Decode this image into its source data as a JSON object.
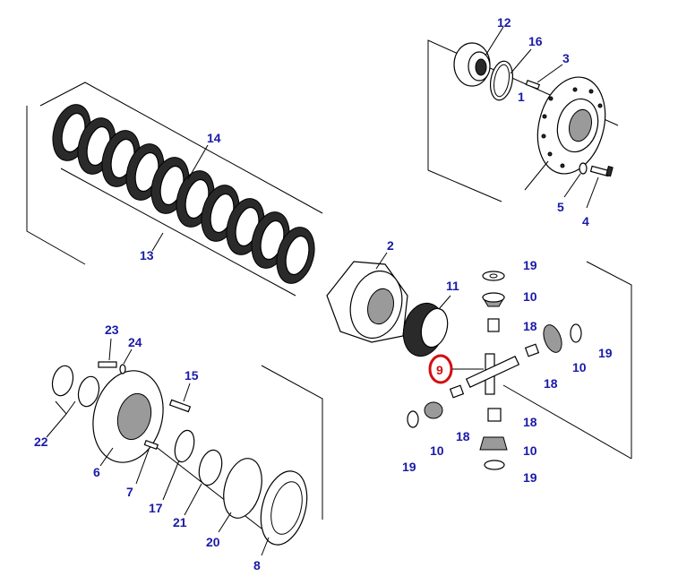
{
  "colors": {
    "label": "#1a1aa8",
    "highlight_ring": "#d01010",
    "line": "#000000",
    "background": "#ffffff"
  },
  "labels": {
    "p1": "1",
    "p2": "2",
    "p3": "3",
    "p4": "4",
    "p5": "5",
    "p6": "6",
    "p7": "7",
    "p8": "8",
    "p9": "9",
    "p10a": "10",
    "p10b": "10",
    "p10c": "10",
    "p10d": "10",
    "p11": "11",
    "p12": "12",
    "p13": "13",
    "p14": "14",
    "p15": "15",
    "p16": "16",
    "p17": "17",
    "p18a": "18",
    "p18b": "18",
    "p18c": "18",
    "p18d": "18",
    "p19a": "19",
    "p19b": "19",
    "p19c": "19",
    "p19d": "19",
    "p20": "20",
    "p21": "21",
    "p22": "22",
    "p23": "23",
    "p24": "24"
  }
}
